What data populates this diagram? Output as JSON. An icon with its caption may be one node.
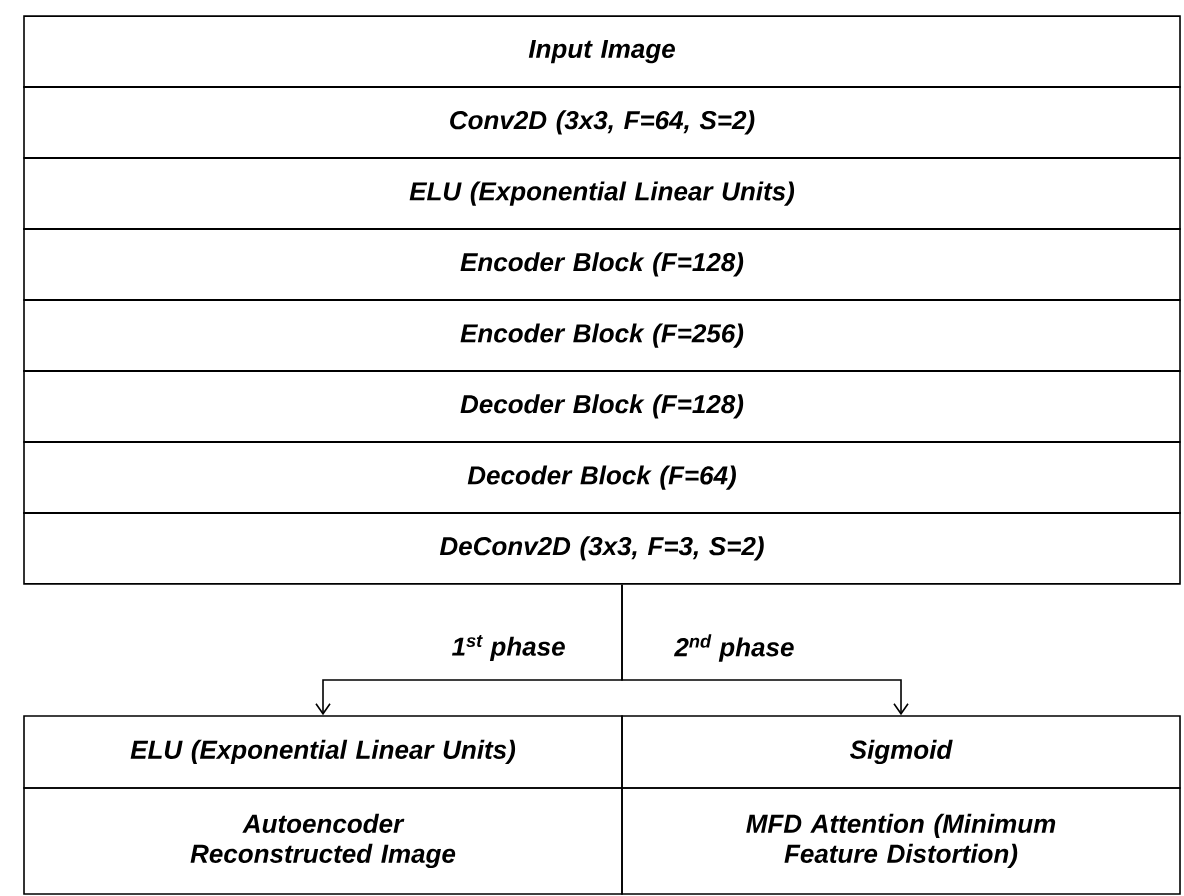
{
  "diagram": {
    "nodes": [
      {
        "text": [
          "Input Image"
        ]
      },
      {
        "text": [
          "Conv2D (3x3, F=64, S=2)"
        ]
      },
      {
        "text": [
          "ELU (Exponential Linear Units)"
        ]
      },
      {
        "text": [
          "Encoder Block (F=128)"
        ]
      },
      {
        "text": [
          "Encoder Block (F=256)"
        ]
      },
      {
        "text": [
          "Decoder Block (F=128)"
        ]
      },
      {
        "text": [
          "Decoder Block (F=64)"
        ]
      },
      {
        "text": [
          "DeConv2D (3x3, F=3, S=2)"
        ]
      },
      {
        "text": [
          "ELU (Exponential Linear Units)"
        ]
      },
      {
        "text": [
          "Sigmoid"
        ]
      },
      {
        "text": [
          "Autoencoder Reconstructed Image"
        ]
      },
      {
        "text": [
          "MFD Attention (Minimum Feature Distortion)"
        ]
      }
    ],
    "edges": [
      {
        "from": 7,
        "to": 8,
        "arrow": "to",
        "label": "1$^{st}$ phase"
      },
      {
        "from": 7,
        "to": 9,
        "arrow": "to",
        "label": "2$^{nd}$ phase"
      }
    ]
  }
}
